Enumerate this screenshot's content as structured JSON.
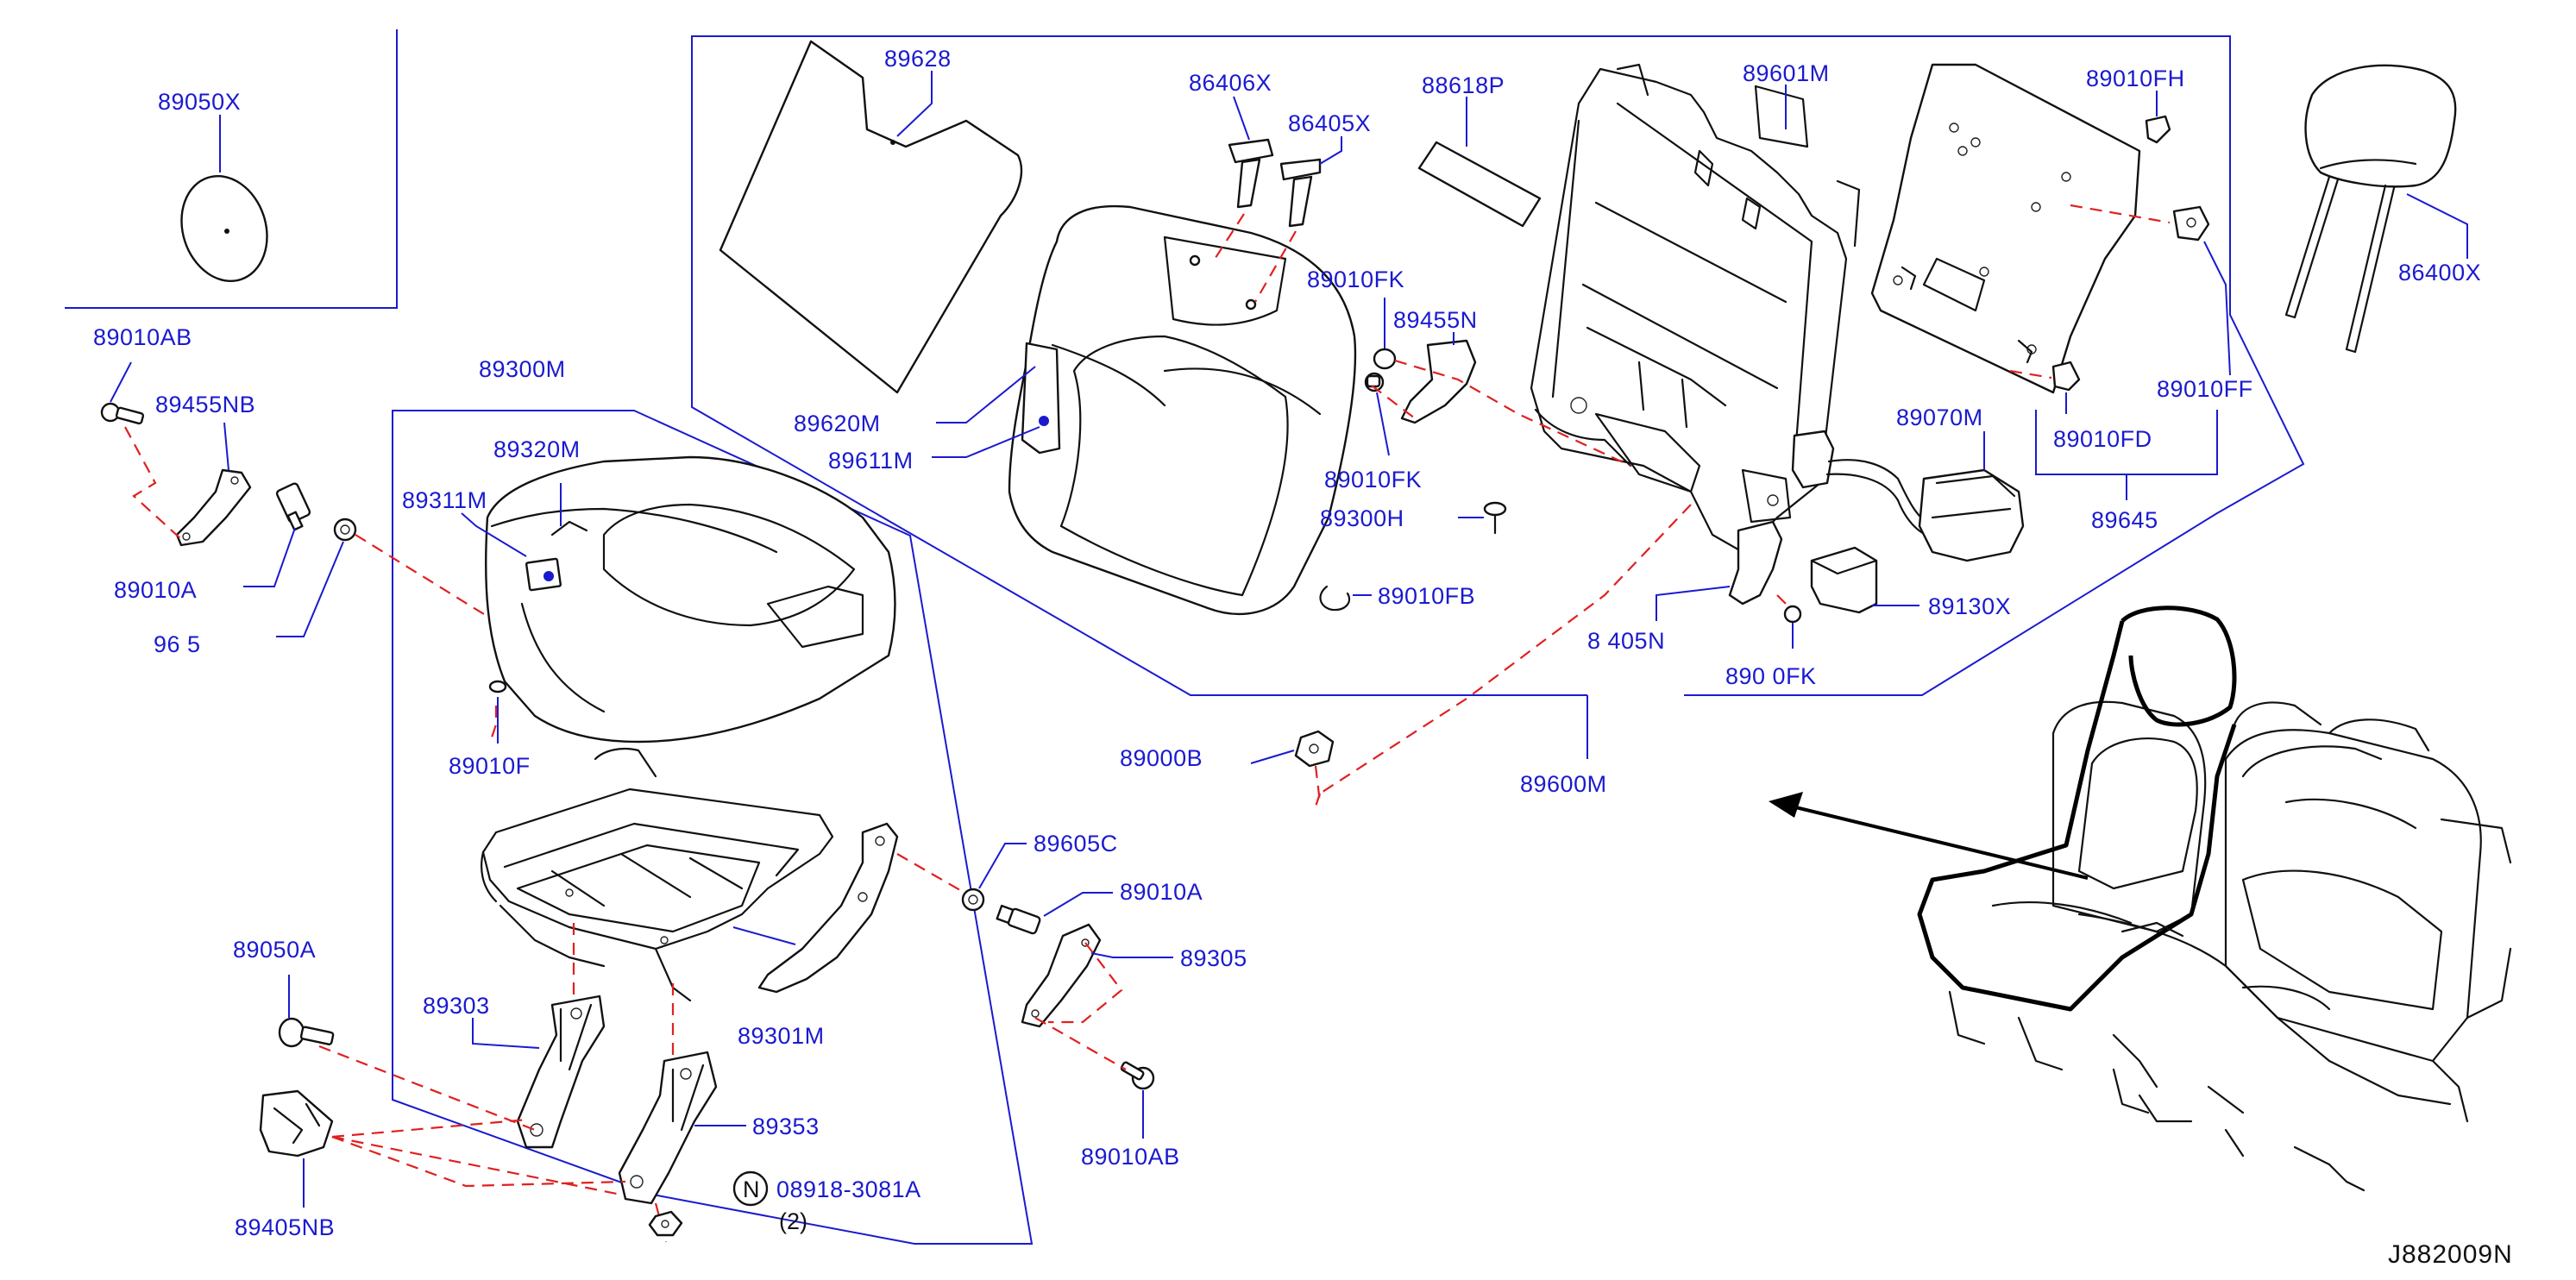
{
  "diagram_id": "J882009N",
  "labels": {
    "p89050X": "89050X",
    "p89010AB_top": "89010AB",
    "p89455NB": "89455NB",
    "p89010A_left": "89010A",
    "p96_frag": "96 5",
    "p89300M": "89300M",
    "p89320M": "89320M",
    "p89311M": "89311M",
    "p89010F": "89010F",
    "p89628": "89628",
    "p89620M": "89620M",
    "p89611M": "89611M",
    "p86406X": "86406X",
    "p86405X": "86405X",
    "p88618P": "88618P",
    "p89601M": "89601M",
    "p89010FK_a": "89010FK",
    "p89455N": "89455N",
    "p89010FK_b": "89010FK",
    "p89300H": "89300H",
    "p89010FB": "89010FB",
    "p89405N_frag": "8 405N",
    "p89010FK_frag": "890 0FK",
    "p89010FH": "89010FH",
    "p89010FF": "89010FF",
    "p89010FD": "89010FD",
    "p89070M": "89070M",
    "p89645": "89645",
    "p89130X": "89130X",
    "p86400X": "86400X",
    "p89600M": "89600M",
    "p89000B": "89000B",
    "p89605C": "89605C",
    "p89010A_right": "89010A",
    "p89305": "89305",
    "p89010AB_bottom": "89010AB",
    "p89301M": "89301M",
    "p89050A": "89050A",
    "p89303": "89303",
    "p89353": "89353",
    "p89405NB": "89405NB",
    "p08918": "08918-3081A",
    "qty": "(2)",
    "nut_symbol": "N"
  },
  "colors": {
    "label_blue": "#1a1ad0",
    "dash_red": "#e02020",
    "line_black": "#111111",
    "background": "#ffffff"
  }
}
